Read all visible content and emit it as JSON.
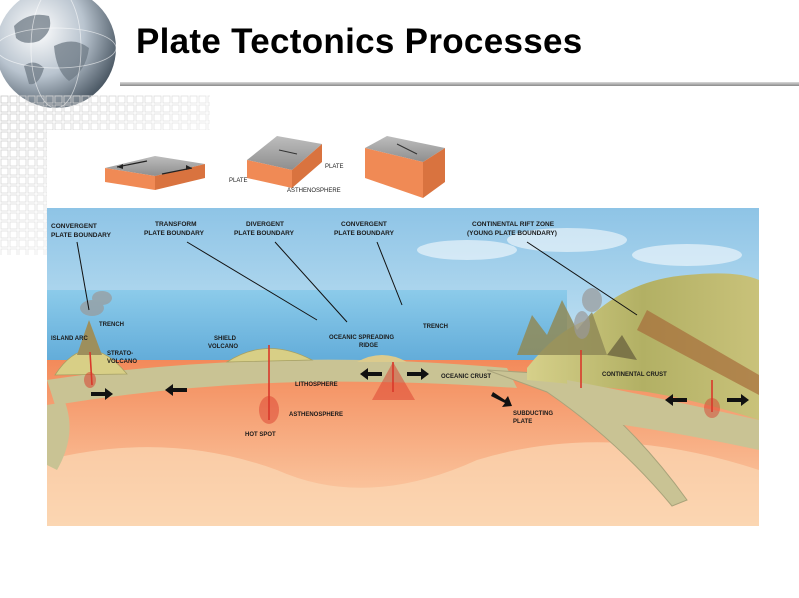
{
  "title": "Plate Tectonics Processes",
  "colors": {
    "sky": "#a9d4ec",
    "ocean": "#6fb4dd",
    "lithosphere": "#c8c291",
    "asthenosphere": "#f18a5c",
    "mantle": "#fbc9a4",
    "land": "#b8b76a",
    "magma": "#d9382a"
  },
  "inset_blocks": {
    "plate_label_1": "PLATE",
    "plate_label_2": "PLATE",
    "asthenosphere_label": "ASTHENOSPHERE"
  },
  "labels": {
    "convergent_1_line1": "CONVERGENT",
    "convergent_1_line2": "PLATE BOUNDARY",
    "transform_line1": "TRANSFORM",
    "transform_line2": "PLATE BOUNDARY",
    "divergent_line1": "DIVERGENT",
    "divergent_line2": "PLATE BOUNDARY",
    "convergent_2_line1": "CONVERGENT",
    "convergent_2_line2": "PLATE BOUNDARY",
    "rift_line1": "CONTINENTAL RIFT ZONE",
    "rift_line2": "(YOUNG PLATE BOUNDARY)",
    "trench_1": "TRENCH",
    "island_arc": "ISLAND ARC",
    "strato_line1": "STRATO-",
    "strato_line2": "VOLCANO",
    "shield_line1": "SHIELD",
    "shield_line2": "VOLCANO",
    "ridge_line1": "OCEANIC SPREADING",
    "ridge_line2": "RIDGE",
    "trench_2": "TRENCH",
    "oceanic_crust": "OCEANIC CRUST",
    "continental_crust": "CONTINENTAL CRUST",
    "lithosphere": "LITHOSPHERE",
    "asthenosphere": "ASTHENOSPHERE",
    "hot_spot": "HOT SPOT",
    "subducting_line1": "SUBDUCTING",
    "subducting_line2": "PLATE"
  }
}
